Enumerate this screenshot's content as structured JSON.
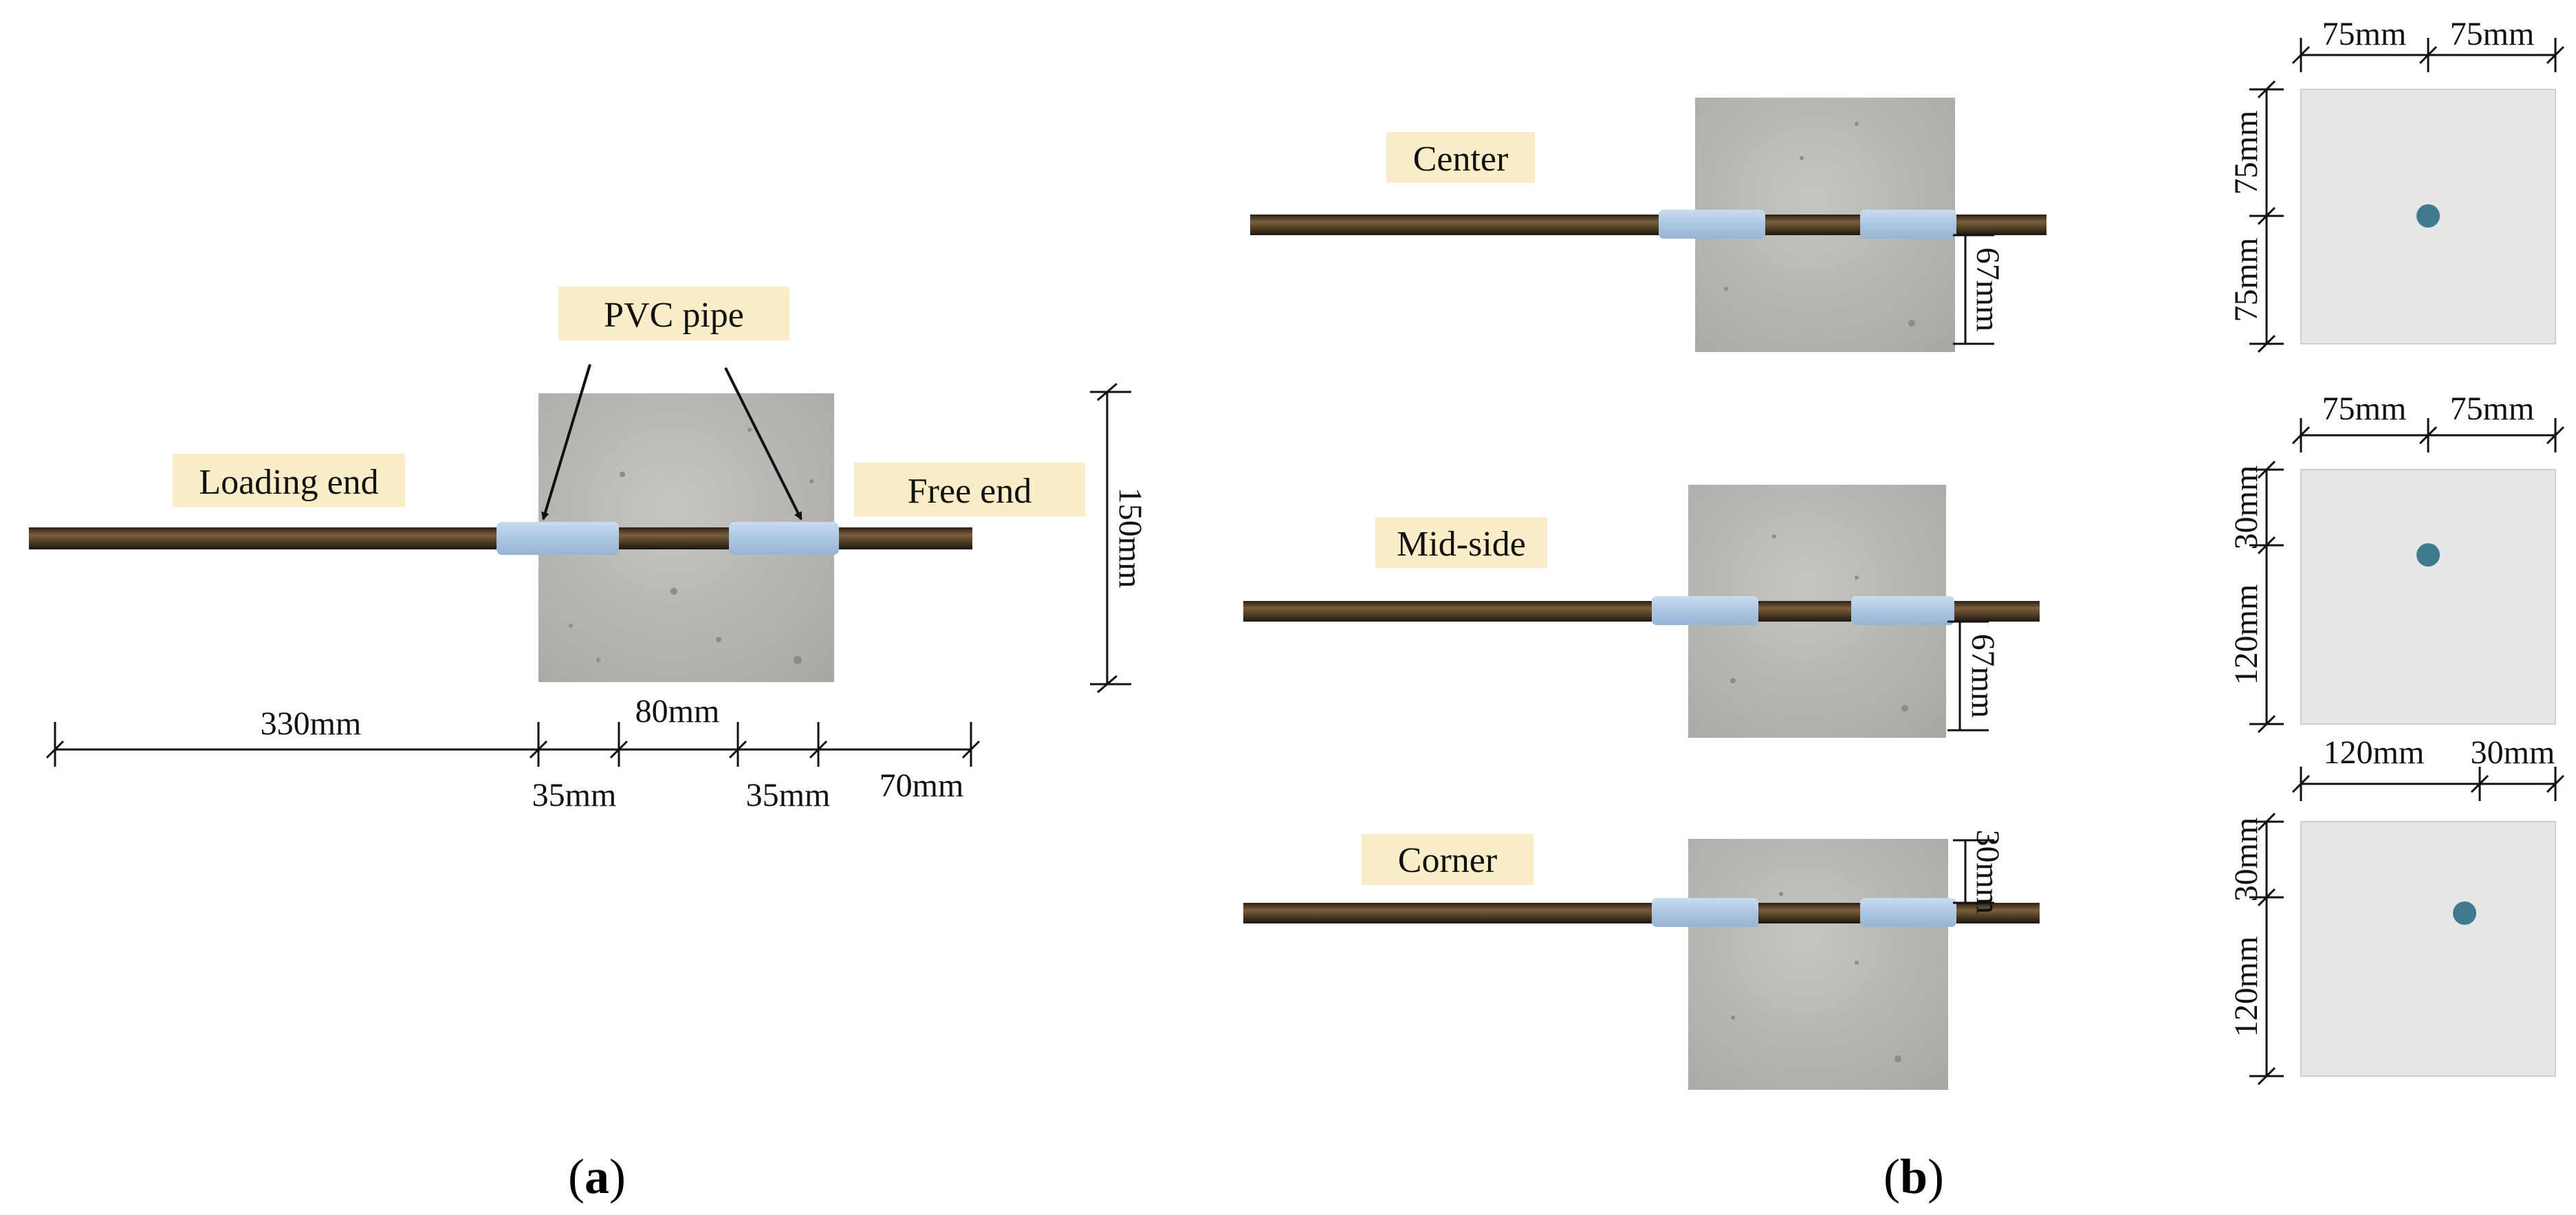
{
  "panel_a": {
    "labels": {
      "pvc": "PVC pipe",
      "loading": "Loading end",
      "free": "Free end"
    },
    "dims": {
      "height": "150mm",
      "d330": "330mm",
      "d80": "80mm",
      "d35a": "35mm",
      "d35b": "35mm",
      "d70": "70mm"
    },
    "caption_letter": "a"
  },
  "panel_b": {
    "rows": [
      {
        "label": "Center",
        "side_dim": "67mm",
        "top": [
          "75mm",
          "75mm"
        ],
        "left": [
          "75mm",
          "75mm"
        ]
      },
      {
        "label": "Mid-side",
        "side_dim": "67mm",
        "top": [
          "75mm",
          "75mm"
        ],
        "left": [
          "30mm",
          "120mm"
        ]
      },
      {
        "label": "Corner",
        "side_dim": "30mm",
        "top": [
          "120mm",
          "30mm"
        ],
        "left": [
          "30mm",
          "120mm"
        ]
      }
    ],
    "caption_letter": "b"
  },
  "colors": {
    "concrete": "#b9b8b4",
    "rebar": "#4a3a26",
    "pvc": "#b5cde6",
    "section_fill": "#e6e6e6",
    "bar_dot": "#3e7b8e",
    "label_bg": "#fbedc7"
  }
}
